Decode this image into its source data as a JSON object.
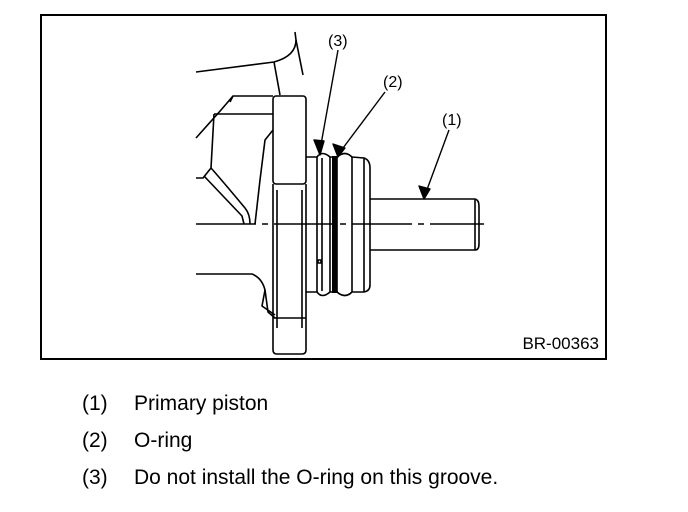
{
  "figure": {
    "id": "BR-00363",
    "callouts": [
      {
        "label": "(1)",
        "target": "primary-piston"
      },
      {
        "label": "(2)",
        "target": "o-ring"
      },
      {
        "label": "(3)",
        "target": "groove"
      }
    ]
  },
  "legend": [
    {
      "num": "(1)",
      "text": "Primary piston"
    },
    {
      "num": "(2)",
      "text": "O-ring"
    },
    {
      "num": "(3)",
      "text": "Do not install the O-ring on this groove."
    }
  ]
}
